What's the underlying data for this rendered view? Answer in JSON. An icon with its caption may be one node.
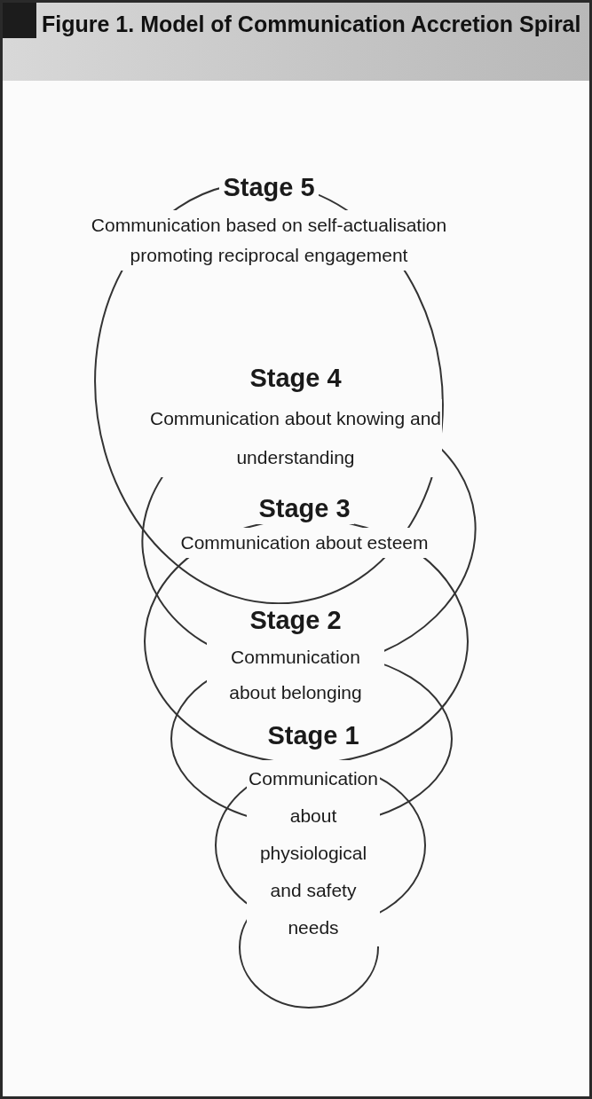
{
  "diagram": {
    "title": "Figure 1. Model of Communication Accretion Spiral",
    "nodes": [
      {
        "text": [
          "Stage 5",
          "Communication based on self-actualisation promoting reciprocal engagement"
        ]
      },
      {
        "text": [
          "Stage 4",
          "Communication about knowing and understanding"
        ]
      },
      {
        "text": [
          "Stage 3",
          "Communication about esteem"
        ]
      },
      {
        "text": [
          "Stage 2",
          "Communication about belonging"
        ]
      },
      {
        "text": [
          "Stage 1",
          "Communication about physiological and safety needs"
        ]
      }
    ]
  }
}
